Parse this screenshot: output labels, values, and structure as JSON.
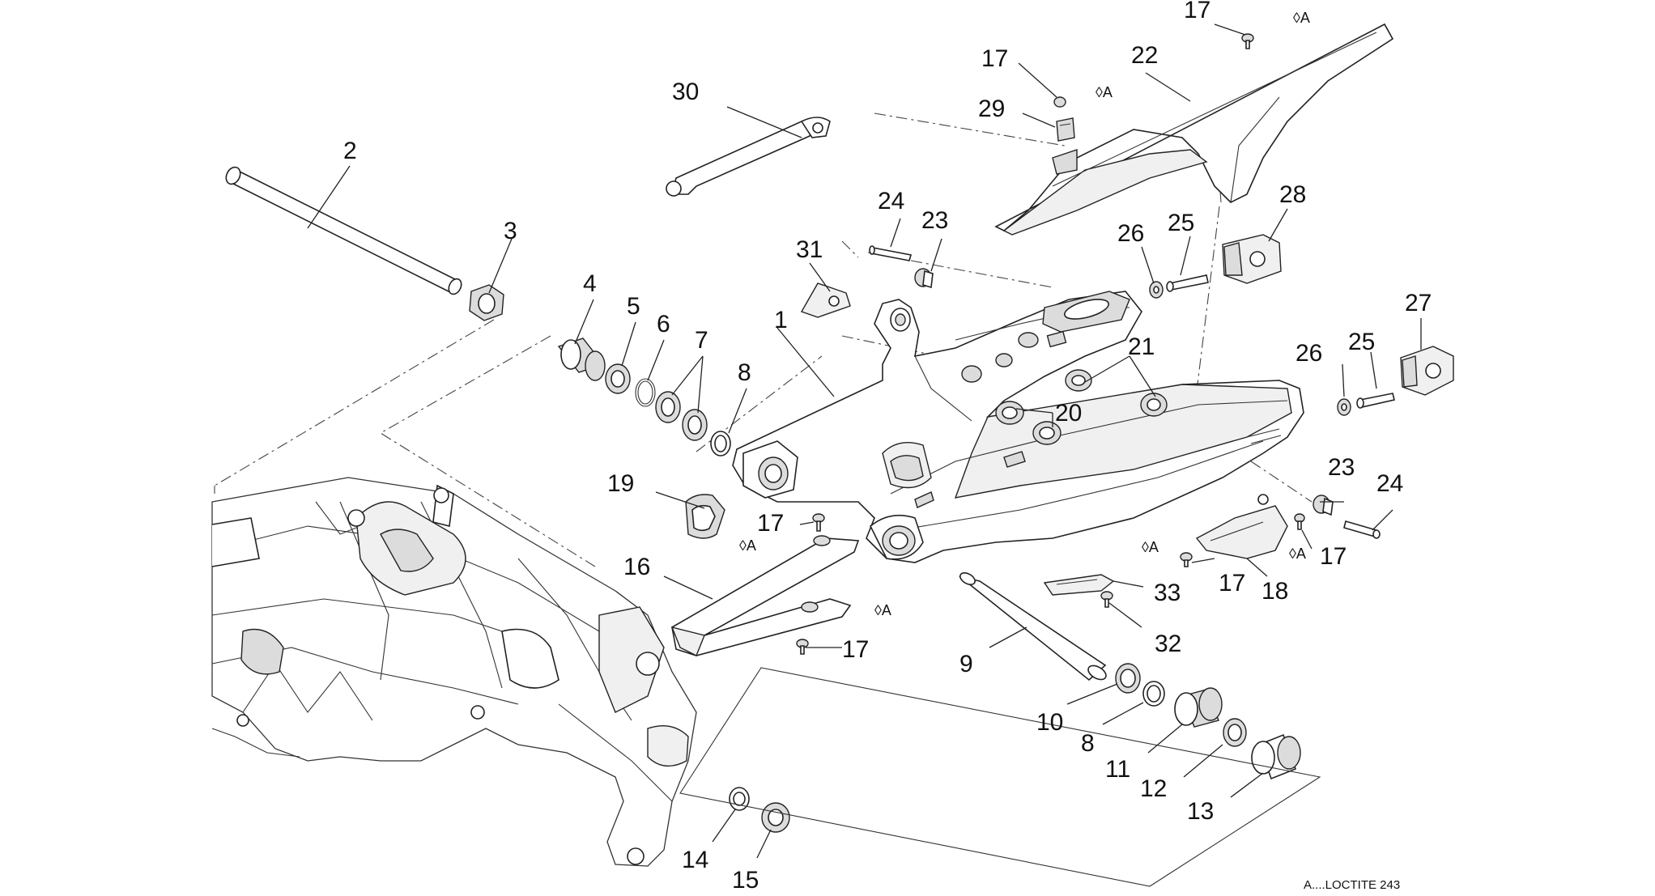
{
  "callouts": [
    "1",
    "2",
    "3",
    "4",
    "5",
    "6",
    "7",
    "8",
    "9",
    "10",
    "11",
    "12",
    "13",
    "14",
    "15",
    "16",
    "17",
    "18",
    "19",
    "20",
    "21",
    "22",
    "23",
    "24",
    "25",
    "26",
    "27",
    "28",
    "29",
    "30",
    "31",
    "32",
    "33"
  ],
  "loctite_mark": "A",
  "legend_text": "A....LOCTITE 243",
  "colors": {
    "line": "#222222",
    "fill": "#ffffff",
    "shade": "#dcdcdc"
  }
}
